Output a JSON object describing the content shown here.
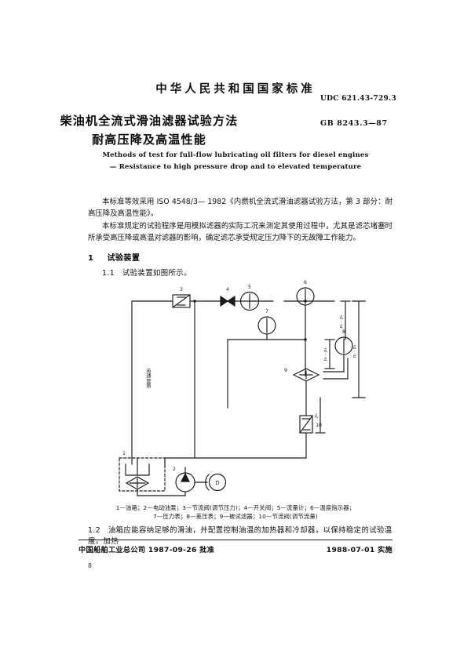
{
  "document": {
    "national_standard_line": "中华人民共和国国家标准",
    "udc": "UDC 621.43-729.3",
    "standard_number": "GB 8243.3—87",
    "title_line1": "柴油机全流式滑油滤器试验方法",
    "title_line2": "耐高压降及高温性能",
    "english_title_line1": "Methods of test for full-flow lubricating oil filters for diesel engines",
    "english_title_line2": "— Resistance to high pressure drop and to elevated temperature"
  },
  "body": {
    "para1": "本标准等效采用 ISO 4548/3— 1982《内燃机全流式滑油滤器试验方法，第 3 部分：耐高压降及高温性能》。",
    "para2": "本标准规定的试验程序是用模拟滤器的实际工况来测定其使用过程中，尤其是滤芯堵塞时所承受高压降或高温对滤器的影响，确定滤芯承受规定压力降下的无故障工作能力。",
    "section1_number": "1",
    "section1_title": "试验装置",
    "section1_1": "1.1　试验装置如图所示。",
    "section1_2": "1.2　油箱应能容纳足够的滑油，并配置控制油温的加热器和冷却器，以保持稳定的试验温度。加热"
  },
  "figure": {
    "caption_line1": "1—油箱；2—电动油泵；3—节流阀(调节压力)；4—开关阀；5—流量计；6—温度指示器；",
    "caption_line2": "7—压力表；8—差压表；9—被试滤器；10—节流阀(调节流量)",
    "bypass_label": "旁通管路",
    "components": [
      {
        "id": "1",
        "name": "油箱",
        "symbol": "tank"
      },
      {
        "id": "2",
        "name": "电动油泵",
        "symbol": "pump"
      },
      {
        "id": "3",
        "name": "节流阀(调节压力)",
        "symbol": "throttle-valve"
      },
      {
        "id": "4",
        "name": "开关阀",
        "symbol": "gate-valve"
      },
      {
        "id": "5",
        "name": "流量计",
        "symbol": "flow-meter"
      },
      {
        "id": "6",
        "name": "温度指示器",
        "symbol": "temperature-indicator"
      },
      {
        "id": "7",
        "name": "压力表",
        "symbol": "pressure-gauge"
      },
      {
        "id": "8",
        "name": "差压表",
        "symbol": "differential-pressure-gauge"
      },
      {
        "id": "9",
        "name": "被试滤器",
        "symbol": "test-filter"
      },
      {
        "id": "10",
        "name": "节流阀(调节流量)",
        "symbol": "throttle-valve"
      }
    ],
    "motor_label": "D",
    "pressure_labels": [
      "p₁ - p₂",
      "p₁ - p₃",
      "p₂ - p₃",
      "p₁",
      "p₂"
    ]
  },
  "footer": {
    "issuer_line": "中国船舶工业总公司 1987-09-26 批准",
    "effective_line": "1988-07-01 实施",
    "page_number": "8"
  },
  "colors": {
    "ink": "#111111",
    "paper": "#ffffff",
    "rule": "#1b1b1b"
  }
}
